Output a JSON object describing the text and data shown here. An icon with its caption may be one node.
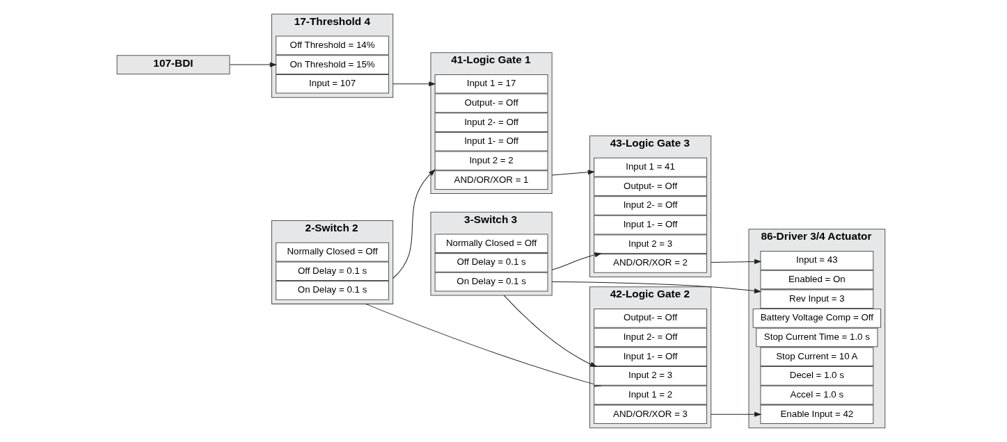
{
  "diagram": {
    "nodes": [
      {
        "text": [
          "17-Threshold 4"
        ]
      },
      {
        "text": [
          "Input = 107"
        ],
        "in": 0
      },
      {
        "text": [
          "On Threshold = 15%"
        ],
        "in": 0
      },
      {
        "text": [
          "Off Threshold = 14%"
        ],
        "in": 0
      },
      {
        "text": [
          "41-Logic Gate 1"
        ]
      },
      {
        "text": [
          "AND/OR/XOR = 1"
        ],
        "in": 4
      },
      {
        "text": [
          "Input 1 = 17"
        ],
        "in": 4
      },
      {
        "text": [
          "Input 2 = 2"
        ],
        "in": 4
      },
      {
        "text": [
          "Input 1- = Off"
        ],
        "in": 4
      },
      {
        "text": [
          "Input 2- = Off"
        ],
        "in": 4
      },
      {
        "text": [
          "Output- = Off"
        ],
        "in": 4
      },
      {
        "text": [
          "43-Logic Gate 3"
        ]
      },
      {
        "text": [
          "AND/OR/XOR = 2"
        ],
        "in": 11
      },
      {
        "text": [
          "Input 1 = 41"
        ],
        "in": 11
      },
      {
        "text": [
          "Input 2 = 3"
        ],
        "in": 11
      },
      {
        "text": [
          "Input 1- = Off"
        ],
        "in": 11
      },
      {
        "text": [
          "Input 2- = Off"
        ],
        "in": 11
      },
      {
        "text": [
          "Output- = Off"
        ],
        "in": 11
      },
      {
        "text": [
          "86-Driver 3/4 Actuator"
        ]
      },
      {
        "text": [
          "Enabled = On"
        ],
        "in": 18
      },
      {
        "text": [
          "Input = 43"
        ],
        "in": 18
      },
      {
        "text": [
          "Rev Input = 3"
        ],
        "in": 18
      },
      {
        "text": [
          "Enable Input = 42"
        ],
        "in": 18
      },
      {
        "text": [
          "Accel = 1.0 s"
        ],
        "in": 18
      },
      {
        "text": [
          "Decel = 1.0 s"
        ],
        "in": 18
      },
      {
        "text": [
          "Stop Current = 10 A"
        ],
        "in": 18
      },
      {
        "text": [
          "Stop Current Time = 1.0 s"
        ],
        "in": 18
      },
      {
        "text": [
          "Battery Voltage Comp = Off"
        ],
        "in": 18
      },
      {
        "text": [
          "107-BDI"
        ]
      },
      {
        "text": [
          "2-Switch 2"
        ]
      },
      {
        "text": [
          "On Delay = 0.1 s"
        ],
        "in": 29
      },
      {
        "text": [
          "Off Delay = 0.1 s"
        ],
        "in": 29
      },
      {
        "text": [
          "Normally Closed = Off"
        ],
        "in": 29
      },
      {
        "text": [
          "42-Logic Gate 2"
        ]
      },
      {
        "text": [
          "AND/OR/XOR = 3"
        ],
        "in": 33
      },
      {
        "text": [
          "Input 1 = 2"
        ],
        "in": 33
      },
      {
        "text": [
          "Input 2 = 3"
        ],
        "in": 33
      },
      {
        "text": [
          "Input 1- = Off"
        ],
        "in": 33
      },
      {
        "text": [
          "Input 2- = Off"
        ],
        "in": 33
      },
      {
        "text": [
          "Output- = Off"
        ],
        "in": 33
      },
      {
        "text": [
          "3-Switch 3"
        ]
      },
      {
        "text": [
          "On Delay = 0.1 s"
        ],
        "in": 40
      },
      {
        "text": [
          "Off Delay = 0.1 s"
        ],
        "in": 40
      },
      {
        "text": [
          "Normally Closed = Off"
        ],
        "in": 40
      }
    ],
    "edges": [
      {
        "from": 28,
        "to": 2,
        "arrow": "to"
      },
      {
        "from": 0,
        "to": 6,
        "arrow": "to"
      },
      {
        "from": 4,
        "to": 13,
        "arrow": "to"
      },
      {
        "from": 11,
        "to": 20,
        "arrow": "to"
      },
      {
        "from": 29,
        "to": 7,
        "arrow": "to"
      },
      {
        "from": 29,
        "to": 35,
        "arrow": "to"
      },
      {
        "from": 40,
        "to": 14,
        "arrow": "to"
      },
      {
        "from": 40,
        "to": 21,
        "arrow": "to"
      },
      {
        "from": 40,
        "to": 36,
        "arrow": "to"
      },
      {
        "from": 33,
        "to": 22,
        "arrow": "to"
      }
    ]
  }
}
